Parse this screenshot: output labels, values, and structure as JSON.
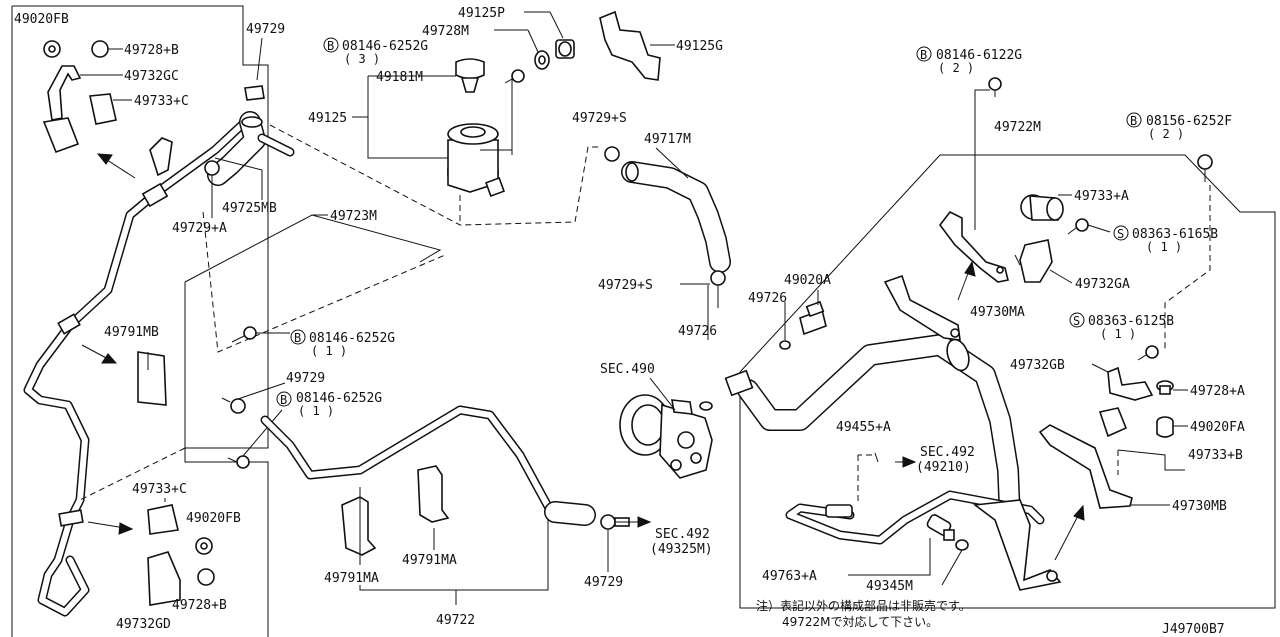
{
  "labels": {
    "p49020FB_a": "49020FB",
    "p49728B_a": "49728+B",
    "p49732GC": "49732GC",
    "p49733C_a": "49733+C",
    "p49729_a": "49729",
    "p49725MB": "49725MB",
    "p49729A": "49729+A",
    "p49723M": "49723M",
    "p49791MB": "49791MB",
    "p49125": "49125",
    "p49181M": "49181M",
    "p49728M": "49728M",
    "p49125P": "49125P",
    "p49125G": "49125G",
    "bolt1": "08146-6252G",
    "bolt1_qty": "( 3 )",
    "p49729S_a": "49729+S",
    "p49717M": "49717M",
    "p49729S_b": "49729+S",
    "p49726_a": "49726",
    "p49020A": "49020A",
    "p49726_b": "49726",
    "sec490": "SEC.490",
    "bolt2": "08146-6252G",
    "bolt2_qty": "( 1 )",
    "p49729_b": "49729",
    "bolt3": "08146-6252G",
    "bolt3_qty": "( 1 )",
    "p49733C_b": "49733+C",
    "p49020FB_b": "49020FB",
    "p49728B_b": "49728+B",
    "p49732GD": "49732GD",
    "p49791MA_a": "49791MA",
    "p49791MA_b": "49791MA",
    "p49722": "49722",
    "p49729_c": "49729",
    "sec492_a": "SEC.492",
    "sec492_a_ref": "(49325M)",
    "bolt4": "08146-6122G",
    "bolt4_qty": "( 2 )",
    "p49722M": "49722M",
    "bolt5": "08156-6252F",
    "bolt5_qty": "( 2 )",
    "p49733A": "49733+A",
    "screw1": "08363-6165B",
    "screw1_qty": "( 1 )",
    "p49732GA": "49732GA",
    "p49730MA": "49730MA",
    "screw2": "08363-6125B",
    "screw2_qty": "( 1 )",
    "p49732GB": "49732GB",
    "p49728A": "49728+A",
    "p49020FA": "49020FA",
    "p49455A": "49455+A",
    "sec492_b": "SEC.492",
    "sec492_b_ref": "(49210)",
    "p49733B": "49733+B",
    "p49730MB": "49730MB",
    "p49763A": "49763+A",
    "p49345M": "49345M",
    "note_line1": "注）表記以外の構成部品は非販売です。",
    "note_line2": "49722Mで対応して下さい。",
    "diagram_code": "J49700B7",
    "bolt_symbol": "B",
    "screw_symbol": "S"
  }
}
